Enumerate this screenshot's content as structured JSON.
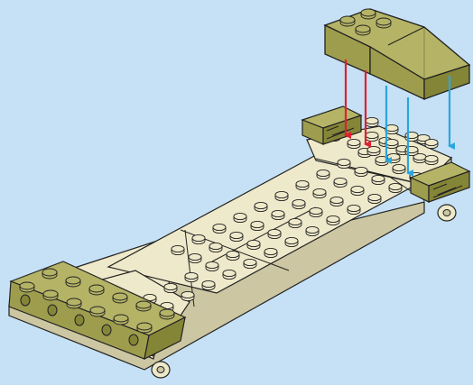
{
  "diagram": {
    "background_color": "#c6e1f5",
    "base_color": "#eee9ca",
    "base_shadow_color": "#ccc6a2",
    "olive_color": "#b5b466",
    "olive_dark_color": "#858538",
    "outline_color": "#222222",
    "arrow_red": "#e02030",
    "arrow_blue": "#2aa6de",
    "arrows": [
      {
        "id": "red-1",
        "color": "red"
      },
      {
        "id": "red-2",
        "color": "red"
      },
      {
        "id": "blue-1",
        "color": "blue"
      },
      {
        "id": "blue-2",
        "color": "blue"
      },
      {
        "id": "blue-3",
        "color": "blue"
      }
    ]
  }
}
